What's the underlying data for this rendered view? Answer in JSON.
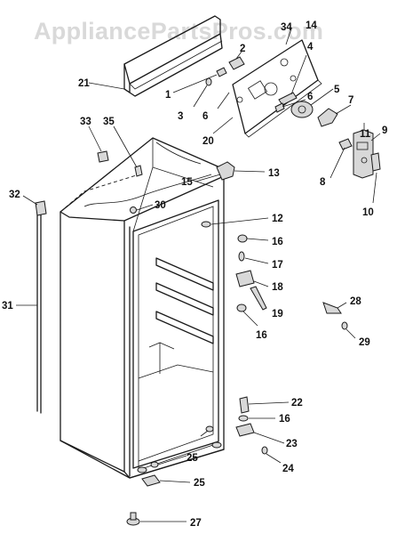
{
  "watermark": "AppliancePartsPros.com",
  "callouts": {
    "c1": "1",
    "c2": "2",
    "c3": "3",
    "c4": "4",
    "c5": "5",
    "c6a": "6",
    "c6b": "6",
    "c7": "7",
    "c8": "8",
    "c9": "9",
    "c10": "10",
    "c11": "11",
    "c12": "12",
    "c13": "13",
    "c14": "14",
    "c15": "15",
    "c16a": "16",
    "c16b": "16",
    "c16c": "16",
    "c17": "17",
    "c18": "18",
    "c19": "19",
    "c20": "20",
    "c21": "21",
    "c22": "22",
    "c23": "23",
    "c24": "24",
    "c25a": "25",
    "c25b": "25",
    "c27": "27",
    "c28": "28",
    "c29": "29",
    "c30": "30",
    "c31": "31",
    "c32": "32",
    "c33": "33",
    "c34": "34",
    "c35": "35"
  }
}
